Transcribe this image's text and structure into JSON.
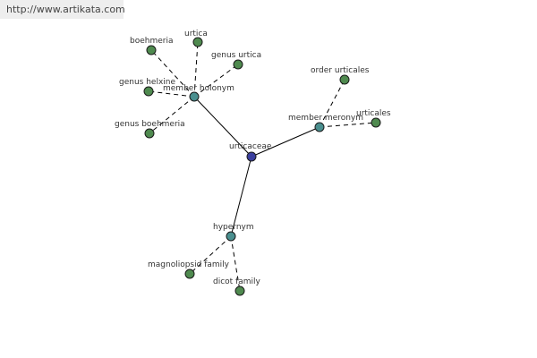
{
  "watermark": "http://www.artikata.com",
  "colors": {
    "center": "#3a3f9e",
    "relation": "#4a8f8f",
    "leaf": "#4f8a4f"
  },
  "nodes": [
    {
      "id": "urticaceae",
      "label": "urticaceae",
      "kind": "center"
    },
    {
      "id": "member-holonym",
      "label": "member holonym",
      "kind": "relation"
    },
    {
      "id": "member-meronym",
      "label": "member meronym",
      "kind": "relation"
    },
    {
      "id": "hypernym",
      "label": "hypernym",
      "kind": "relation"
    },
    {
      "id": "boehmeria",
      "label": "boehmeria",
      "kind": "leaf"
    },
    {
      "id": "urtica",
      "label": "urtica",
      "kind": "leaf"
    },
    {
      "id": "genus-urtica",
      "label": "genus urtica",
      "kind": "leaf"
    },
    {
      "id": "genus-helxine",
      "label": "genus helxine",
      "kind": "leaf"
    },
    {
      "id": "genus-boehmeria",
      "label": "genus boehmeria",
      "kind": "leaf"
    },
    {
      "id": "order-urticales",
      "label": "order urticales",
      "kind": "leaf"
    },
    {
      "id": "urticales",
      "label": "urticales",
      "kind": "leaf"
    },
    {
      "id": "magnoliopsid-family",
      "label": "magnoliopsid family",
      "kind": "leaf"
    },
    {
      "id": "dicot-family",
      "label": "dicot family",
      "kind": "leaf"
    }
  ],
  "edges": [
    {
      "from": "urticaceae",
      "to": "member-holonym",
      "style": "solid"
    },
    {
      "from": "urticaceae",
      "to": "member-meronym",
      "style": "solid"
    },
    {
      "from": "urticaceae",
      "to": "hypernym",
      "style": "solid"
    },
    {
      "from": "member-holonym",
      "to": "boehmeria",
      "style": "dashed"
    },
    {
      "from": "member-holonym",
      "to": "urtica",
      "style": "dashed"
    },
    {
      "from": "member-holonym",
      "to": "genus-urtica",
      "style": "dashed"
    },
    {
      "from": "member-holonym",
      "to": "genus-helxine",
      "style": "dashed"
    },
    {
      "from": "member-holonym",
      "to": "genus-boehmeria",
      "style": "dashed"
    },
    {
      "from": "member-meronym",
      "to": "order-urticales",
      "style": "dashed"
    },
    {
      "from": "member-meronym",
      "to": "urticales",
      "style": "dashed"
    },
    {
      "from": "hypernym",
      "to": "magnoliopsid-family",
      "style": "dashed"
    },
    {
      "from": "hypernym",
      "to": "dicot-family",
      "style": "dashed"
    }
  ]
}
